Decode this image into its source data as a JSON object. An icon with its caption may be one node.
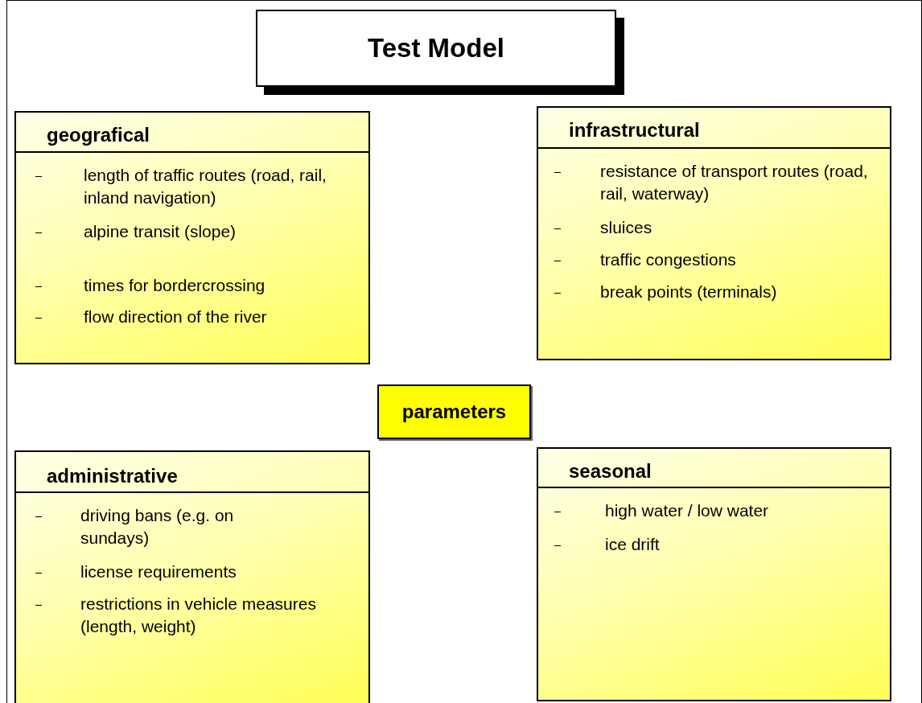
{
  "diagram": {
    "title": "Test Model",
    "nodes": [
      {
        "text": [
          "geografical",
          "length of traffic routes (road, rail, inland navigation)",
          "alpine transit (slope)",
          "times for bordercrossing",
          "flow direction of the river"
        ]
      },
      {
        "text": [
          "infrastructural",
          "resistance of transport routes (road, rail, waterway)",
          "sluices",
          "traffic congestions",
          "break points (terminals)"
        ]
      },
      {
        "text": [
          "parameters"
        ]
      },
      {
        "text": [
          "administrative",
          "driving bans (e.g. on sundays)",
          "license requirements",
          "restrictions in vehicle measures (length, weight)"
        ]
      },
      {
        "text": [
          "seasonal",
          "high water / low water",
          "ice drift"
        ]
      }
    ],
    "edges": []
  }
}
